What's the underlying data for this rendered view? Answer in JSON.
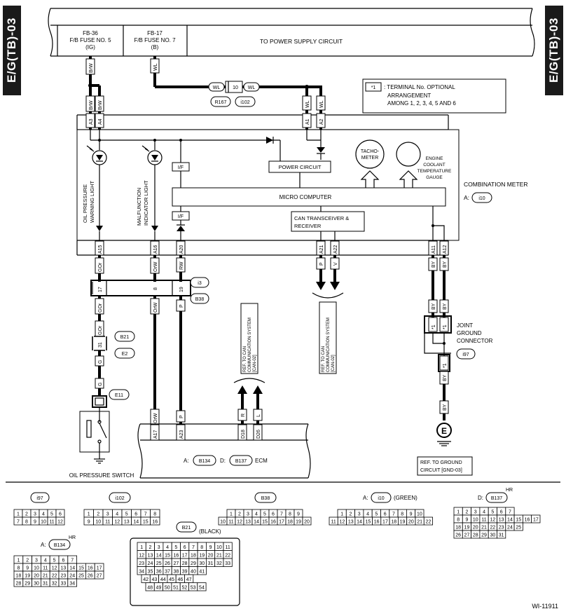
{
  "side_tab": {
    "left": "E/G(TB)-03",
    "right": "E/G(TB)-03"
  },
  "power": {
    "fuse1": {
      "id": "FB-36",
      "name": "F/B FUSE NO. 5",
      "sub": "(IG)"
    },
    "fuse2": {
      "id": "FB-17",
      "name": "F/B FUSE NO. 7",
      "sub": "(B)"
    },
    "supply": "TO POWER SUPPLY CIRCUIT"
  },
  "note": {
    "tag": "*1",
    "line1": ": TERMINAL No. OPTIONAL",
    "line2": "ARRANGEMENT",
    "line3": "AMONG 1, 2, 3, 4, 5 AND 6"
  },
  "meter": {
    "title": "COMBINATION METER",
    "conn_prefix": "A:",
    "conn": "i10",
    "oil_light": [
      "OIL PRESSURE",
      "WARNING LIGHT"
    ],
    "mil_light": [
      "MALFUNCTION",
      "INDICATOR LIGHT"
    ],
    "power_circuit": "POWER CIRCUIT",
    "micro": "MICRO COMPUTER",
    "can": [
      "CAN TRANSCEIVER &",
      "RECEIVER"
    ],
    "tacho": [
      "TACHO-",
      "METER"
    ],
    "coolant": [
      "ENGINE",
      "COOLANT",
      "TEMPERATURE",
      "GAUGE"
    ],
    "if": "I/F"
  },
  "pins": {
    "A3": "A3",
    "A4": "A4",
    "A1": "A1",
    "A2": "A2",
    "A15": "A15",
    "A16": "A16",
    "A20": "A20",
    "A21": "A21",
    "A22": "A22",
    "A11": "A11",
    "A12": "A12",
    "p17": "17",
    "p8": "8",
    "p19": "19",
    "p31": "31",
    "A17": "A17",
    "A23": "A23",
    "D18": "D18",
    "D26": "D26",
    "n10": "10",
    "star": "*1"
  },
  "wires": {
    "BrW": "BrW",
    "WL": "WL",
    "GOr": "GOr",
    "OrW": "OrW",
    "RW": "RW",
    "P": "P",
    "V": "V",
    "BY": "BY",
    "G": "G",
    "R": "R",
    "L": "L"
  },
  "labels": {
    "R167": "R167",
    "i102": "i102",
    "i3": "i3",
    "B38": "B38",
    "B21": "B21",
    "E2": "E2",
    "E11": "E11",
    "oil_switch": "OIL PRESSURE SWITCH",
    "joint": [
      "JOINT",
      "GROUND",
      "CONNECTOR"
    ],
    "i97": "i97",
    "ground_ref": [
      "REF. TO GROUND",
      "CIRCUIT [GND-03]"
    ],
    "can_ref": [
      "REF. TO CAN",
      "COMMUNICATION SYSTEM",
      "[CAN-02]"
    ],
    "can_ref2": [
      "REF. TO CAN",
      "COMMUNICATION SYSTEM",
      "[CAN-02]"
    ],
    "ecm": "ECM",
    "ecm_a": "A:",
    "ecm_b134": "B134",
    "ecm_d": "D:",
    "ecm_b137": "B137"
  },
  "connectors": {
    "i97": {
      "name": "i97",
      "row1": [
        "1",
        "2",
        "3",
        "4",
        "5",
        "6"
      ],
      "row2": [
        "7",
        "8",
        "9",
        "10",
        "11",
        "12"
      ]
    },
    "i102": {
      "name": "i102",
      "row1": [
        "1",
        "2",
        "3",
        "4",
        "5",
        "6",
        "7",
        "8"
      ],
      "row2": [
        "9",
        "10",
        "11",
        "12",
        "13",
        "14",
        "15",
        "16"
      ]
    },
    "B38": {
      "name": "B38",
      "row1": [
        "1",
        "2",
        "3",
        "4",
        "5",
        "6",
        "7",
        "8",
        "9"
      ],
      "row2": [
        "10",
        "11",
        "12",
        "13",
        "14",
        "15",
        "16",
        "17",
        "18",
        "19",
        "20"
      ]
    },
    "i10": {
      "prefix": "A:",
      "name": "i10",
      "suffix": "(GREEN)",
      "row1": [
        "1",
        "2",
        "3",
        "4",
        "5",
        "6",
        "7",
        "8",
        "9",
        "10"
      ],
      "row2": [
        "11",
        "12",
        "13",
        "14",
        "15",
        "16",
        "17",
        "18",
        "19",
        "20",
        "21",
        "22"
      ]
    },
    "B137": {
      "prefix": "D:",
      "name": "B137",
      "tag": "HR",
      "rows": [
        [
          "1",
          "2",
          "3",
          "4",
          "5",
          "6",
          "7"
        ],
        [
          "8",
          "9",
          "10",
          "11",
          "12",
          "13",
          "14",
          "15",
          "16",
          "17"
        ],
        [
          "18",
          "19",
          "20",
          "21",
          "22",
          "23",
          "24",
          "25"
        ],
        [
          "26",
          "27",
          "28",
          "29",
          "30",
          "31"
        ]
      ]
    },
    "B134": {
      "prefix": "A:",
      "name": "B134",
      "tag": "HR",
      "rows": [
        [
          "1",
          "2",
          "3",
          "4",
          "5",
          "6",
          "7"
        ],
        [
          "8",
          "9",
          "10",
          "11",
          "12",
          "13",
          "14",
          "15",
          "16",
          "17"
        ],
        [
          "18",
          "19",
          "20",
          "21",
          "22",
          "23",
          "24",
          "25",
          "26",
          "27"
        ],
        [
          "28",
          "29",
          "30",
          "31",
          "32",
          "33",
          "34"
        ]
      ]
    },
    "B21": {
      "name": "B21",
      "suffix": "(BLACK)",
      "rows": [
        [
          "1",
          "2",
          "3",
          "4",
          "5",
          "6",
          "7",
          "8",
          "9",
          "10",
          "11"
        ],
        [
          "12",
          "13",
          "14",
          "15",
          "16",
          "17",
          "18",
          "19",
          "20",
          "21",
          "22"
        ],
        [
          "23",
          "24",
          "25",
          "26",
          "27",
          "28",
          "29",
          "30",
          "31",
          "32",
          "33"
        ],
        [
          "34",
          "35",
          "36",
          "37",
          "38",
          "39",
          "40",
          "41"
        ],
        [
          "42",
          "43",
          "44",
          "45",
          "46",
          "47"
        ],
        [
          "48",
          "49",
          "50",
          "51",
          "52",
          "53",
          "54"
        ]
      ]
    }
  },
  "footer": {
    "code": "WI-11911"
  }
}
